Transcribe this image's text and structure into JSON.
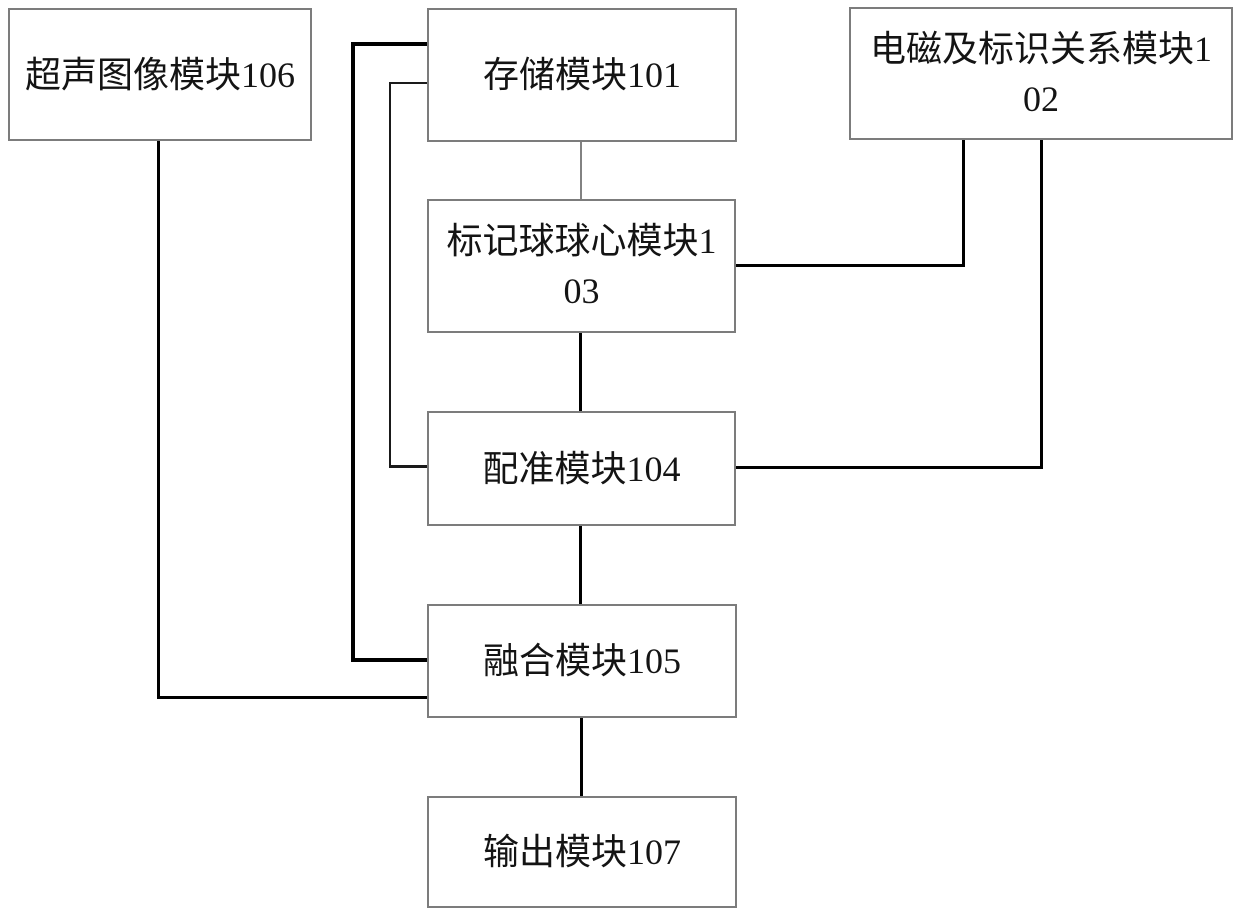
{
  "figure": {
    "background_color": "#ffffff",
    "box_border_color": "#7c7c7c",
    "connector_color": "#000000",
    "text_color": "#141414"
  },
  "boxes": {
    "ultrasound_image": {
      "label": "超声图像模块106",
      "lines": [
        "超声图像模块106"
      ]
    },
    "storage": {
      "label": "存储模块101",
      "lines": [
        "存储模块101"
      ]
    },
    "em_marker_relation": {
      "label": "电磁及标识关系模块102",
      "lines": [
        "电磁及标识关系模块1",
        "02"
      ]
    },
    "marker_ball_center": {
      "label": "标记球球心模块103",
      "lines": [
        "标记球球心模块1",
        "03"
      ]
    },
    "registration": {
      "label": "配准模块104",
      "lines": [
        "配准模块104"
      ]
    },
    "fusion": {
      "label": "融合模块105",
      "lines": [
        "融合模块105"
      ]
    },
    "output": {
      "label": "输出模块107",
      "lines": [
        "输出模块107"
      ]
    }
  },
  "connections": [
    {
      "from": "存储模块101",
      "to": "标记球球心模块103"
    },
    {
      "from": "存储模块101",
      "to": "配准模块104"
    },
    {
      "from": "存储模块101",
      "to": "融合模块105"
    },
    {
      "from": "电磁及标识关系模块102",
      "to": "标记球球心模块103"
    },
    {
      "from": "电磁及标识关系模块102",
      "to": "配准模块104"
    },
    {
      "from": "标记球球心模块103",
      "to": "配准模块104"
    },
    {
      "from": "配准模块104",
      "to": "融合模块105"
    },
    {
      "from": "超声图像模块106",
      "to": "融合模块105"
    },
    {
      "from": "融合模块105",
      "to": "输出模块107"
    }
  ]
}
